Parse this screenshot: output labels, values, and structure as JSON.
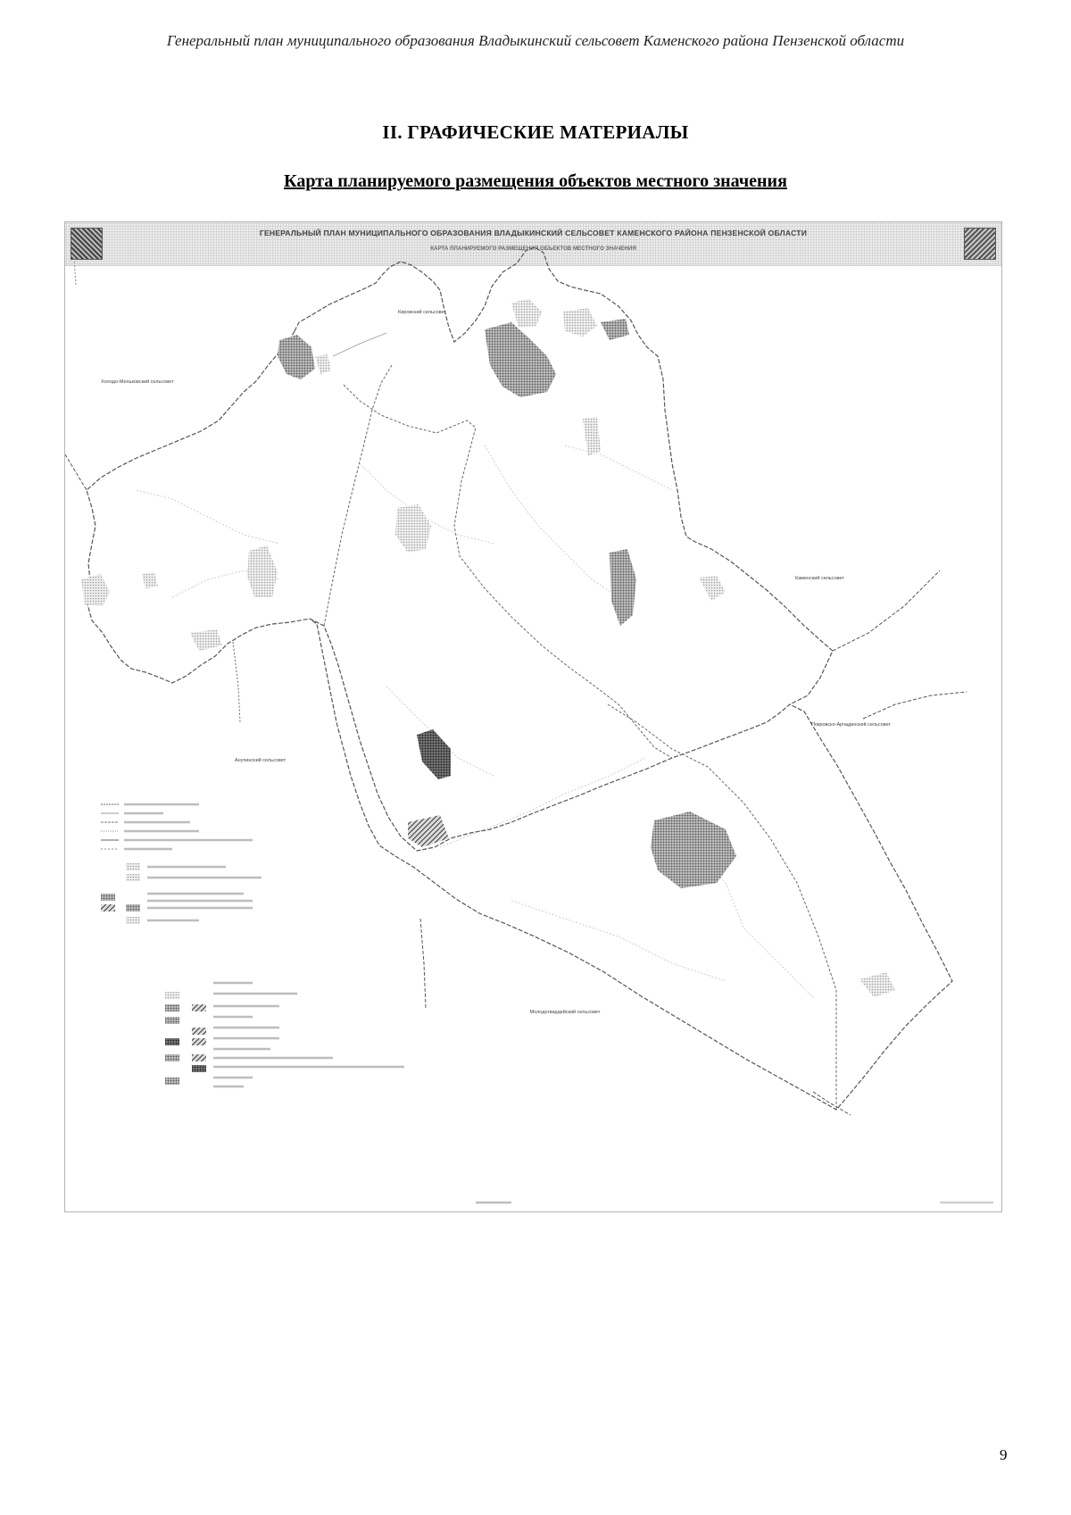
{
  "document": {
    "running_header": "Генеральный план муниципального образования Владыкинский сельсовет Каменского района Пензенской области",
    "section_title": "II. ГРАФИЧЕСКИЕ МАТЕРИАЛЫ",
    "map_title": "Карта планируемого размещения объектов местного значения",
    "page_number": "9"
  },
  "map": {
    "header_title": "ГЕНЕРАЛЬНЫЙ ПЛАН МУНИЦИПАЛЬНОГО ОБРАЗОВАНИЯ ВЛАДЫКИНСКИЙ СЕЛЬСОВЕТ КАМЕНСКОГО РАЙОНА ПЕНЗЕНСКОЙ ОБЛАСТИ",
    "header_subtitle": "КАРТА ПЛАНИРУЕМОГО РАЗМЕЩЕНИЯ ОБЪЕКТОВ МЕСТНОГО ЗНАЧЕНИЯ",
    "neighbor_labels": {
      "north": "Кировский сельсовет",
      "northwest": "Холодо-Мельковский сельсовет",
      "east": "Каменский сельсовет",
      "southeast": "Покровско-Арчадинский сельсовет",
      "southwest": "Анучинский сельсовет",
      "south": "Молодогвардейский сельсовет"
    },
    "colors": {
      "border_line": "#555555",
      "road_line": "#bdbdbd",
      "settlement_fill": "#9a9a9a",
      "zone_fill": "#d8d8d8",
      "frame": "#b5b5b5"
    }
  }
}
